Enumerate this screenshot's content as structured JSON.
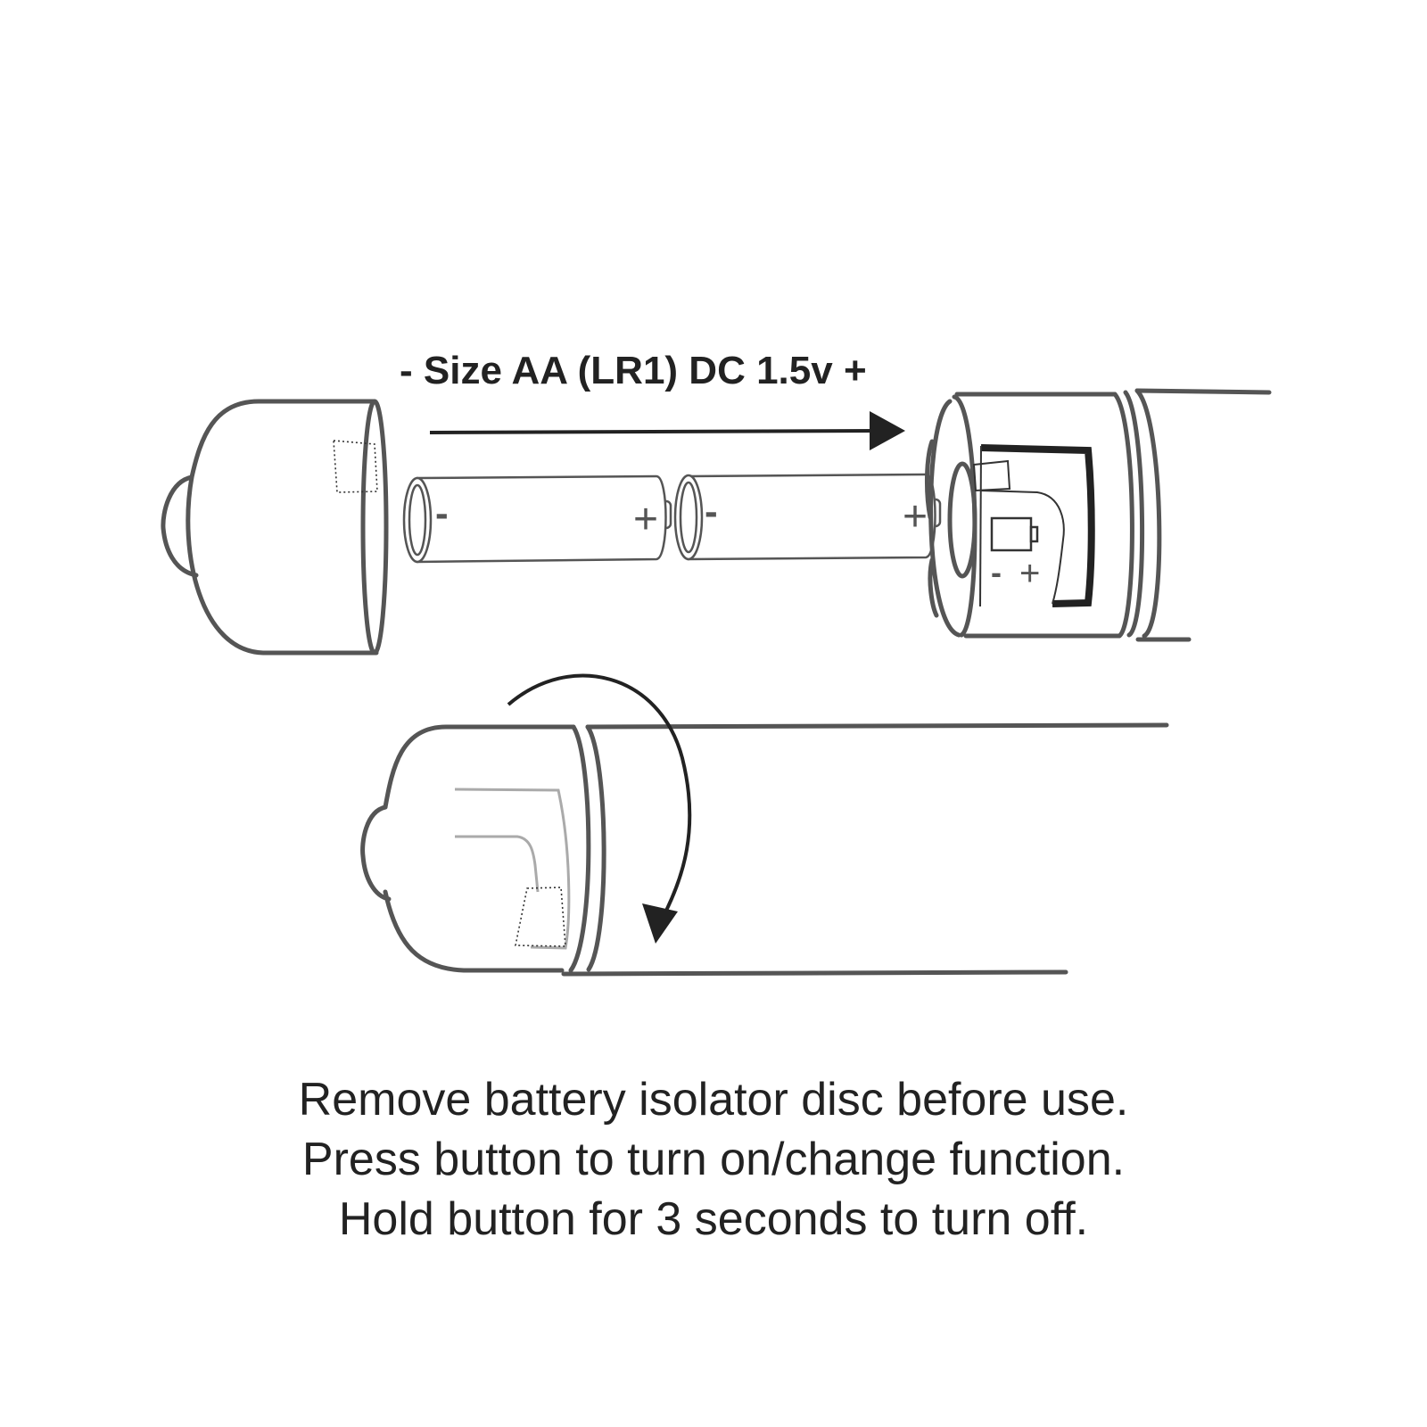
{
  "battery_label": "- Size AA (LR1) DC 1.5v +",
  "battery_1": {
    "neg": "-",
    "pos": "+"
  },
  "battery_2": {
    "neg": "-",
    "pos": "+"
  },
  "compartment": {
    "neg": "-",
    "pos": "+"
  },
  "instructions": [
    "Remove battery isolator disc before use.",
    "Press button to turn on/change function.",
    "Hold button for 3 seconds to turn off."
  ],
  "colors": {
    "line": "#555555",
    "text": "#222222",
    "arrow": "#222222",
    "background": "#ffffff"
  }
}
